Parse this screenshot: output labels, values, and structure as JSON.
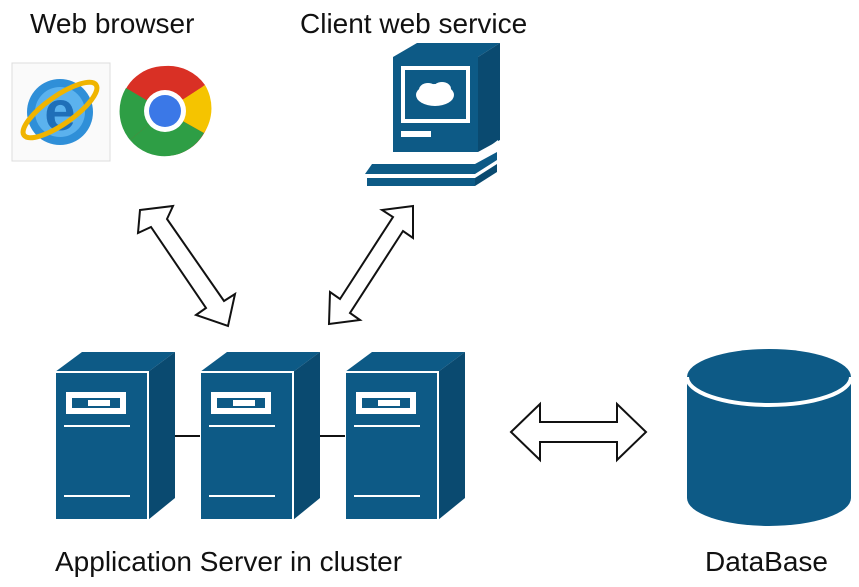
{
  "labels": {
    "web_browser": "Web browser",
    "client_web_service": "Client web service",
    "app_server_cluster": "Application Server in cluster",
    "database": "DataBase"
  },
  "icons": {
    "browser_1": "internet-explorer-icon",
    "browser_2": "chrome-icon",
    "client": "computer-terminal-icon",
    "server": "server-tower-icon",
    "database": "database-cylinder-icon"
  },
  "colors": {
    "primary": "#0d5a86",
    "outline": "#111111",
    "background": "#ffffff"
  }
}
